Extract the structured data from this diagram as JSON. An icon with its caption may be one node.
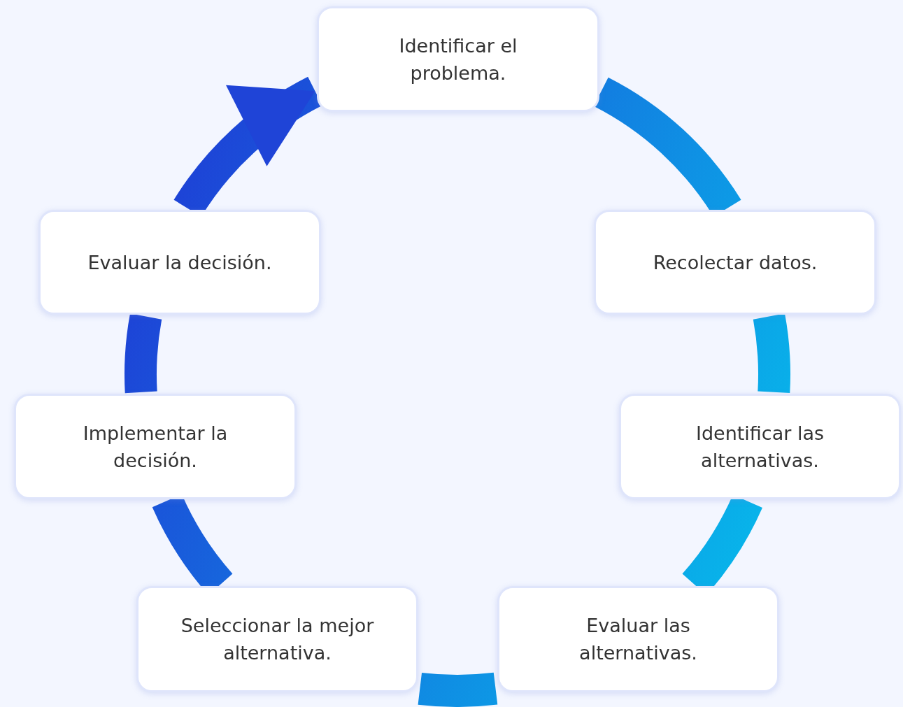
{
  "diagram": {
    "nodes": [
      {
        "text": [
          "Identificar el problema."
        ]
      },
      {
        "text": [
          "Recolectar datos."
        ]
      },
      {
        "text": [
          "Identificar las alternativas."
        ]
      },
      {
        "text": [
          "Evaluar las alternativas."
        ]
      },
      {
        "text": [
          "Seleccionar la mejor alternativa."
        ]
      },
      {
        "text": [
          "Implementar la decisión."
        ]
      },
      {
        "text": [
          "Evaluar la decisión."
        ]
      }
    ],
    "edges": [
      {
        "from": 0,
        "to": 1,
        "arrow": "none"
      },
      {
        "from": 1,
        "to": 2,
        "arrow": "none"
      },
      {
        "from": 2,
        "to": 3,
        "arrow": "none"
      },
      {
        "from": 3,
        "to": 4,
        "arrow": "none"
      },
      {
        "from": 4,
        "to": 5,
        "arrow": "none"
      },
      {
        "from": 5,
        "to": 6,
        "arrow": "none"
      },
      {
        "from": 6,
        "to": 0,
        "arrow": "to"
      }
    ]
  }
}
